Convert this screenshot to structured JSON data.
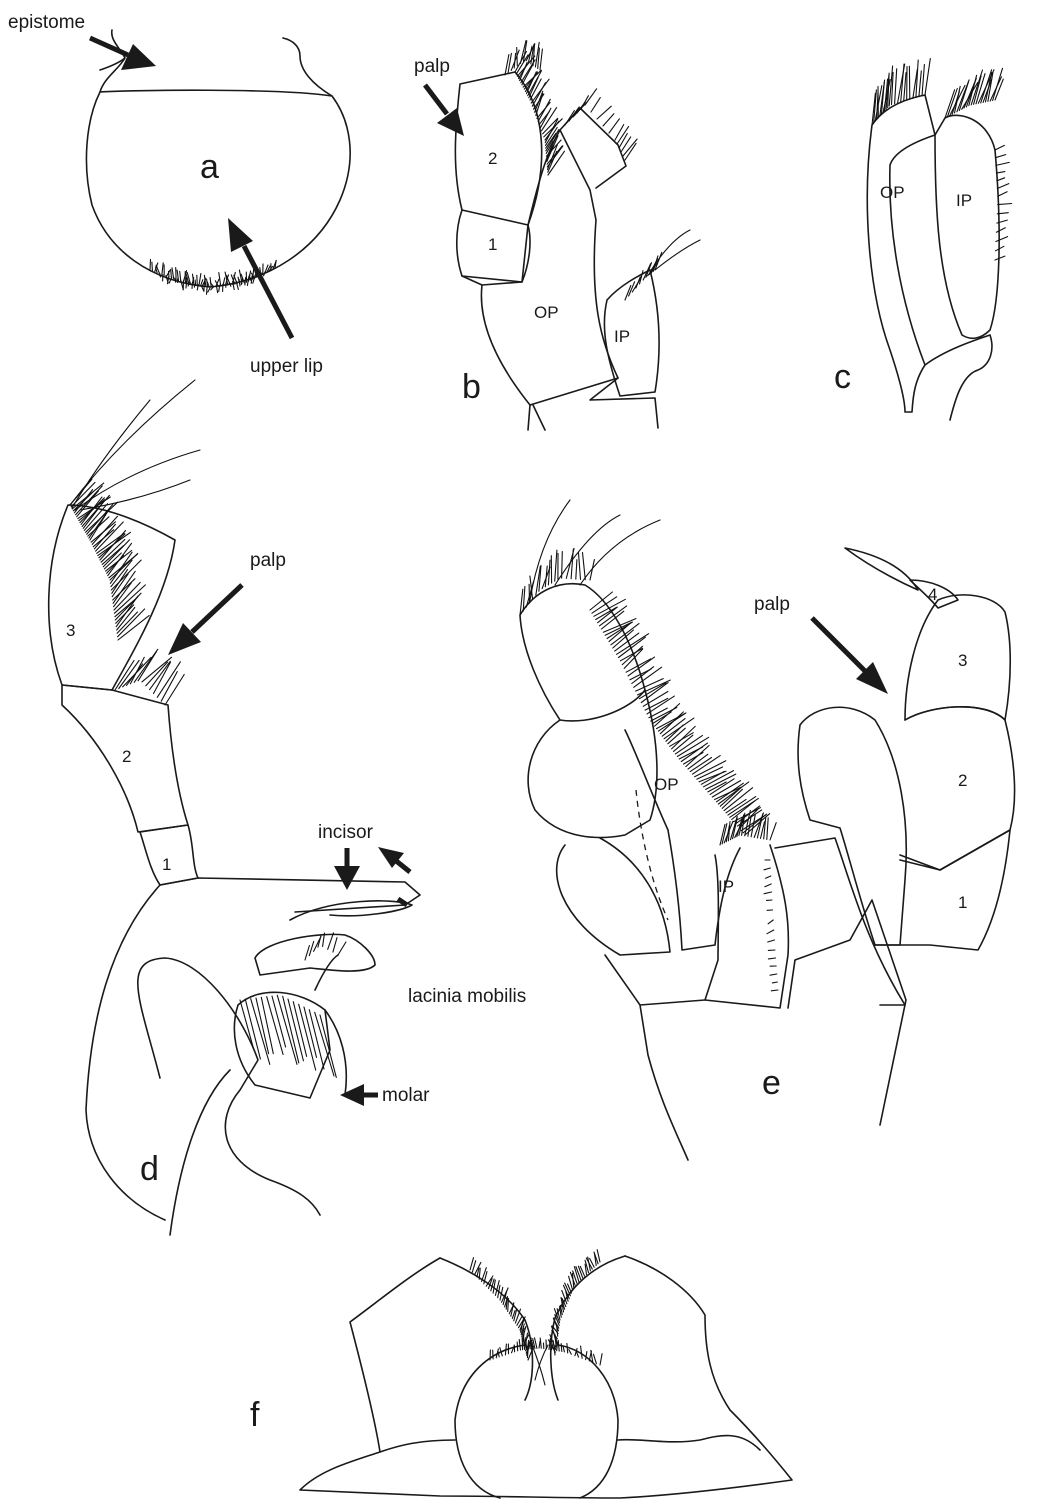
{
  "panels": {
    "a": {
      "letter": "a",
      "labels": {
        "epistome": "epistome",
        "upper_lip": "upper lip"
      }
    },
    "b": {
      "letter": "b",
      "labels": {
        "palp": "palp",
        "seg_2": "2",
        "seg_1": "1",
        "op": "OP",
        "ip": "IP"
      }
    },
    "c": {
      "letter": "c",
      "labels": {
        "op": "OP",
        "ip": "IP"
      }
    },
    "d": {
      "letter": "d",
      "labels": {
        "palp": "palp",
        "seg_3": "3",
        "seg_2": "2",
        "seg_1": "1",
        "incisor": "incisor",
        "lacinia": "lacinia mobilis",
        "molar": "molar"
      }
    },
    "e": {
      "letter": "e",
      "labels": {
        "palp": "palp",
        "op": "OP",
        "ip": "IP",
        "seg_4": "4",
        "seg_3": "3",
        "seg_2": "2",
        "seg_1": "1"
      }
    },
    "f": {
      "letter": "f"
    }
  },
  "colors": {
    "ink": "#1a1a1a",
    "background": "#ffffff"
  }
}
